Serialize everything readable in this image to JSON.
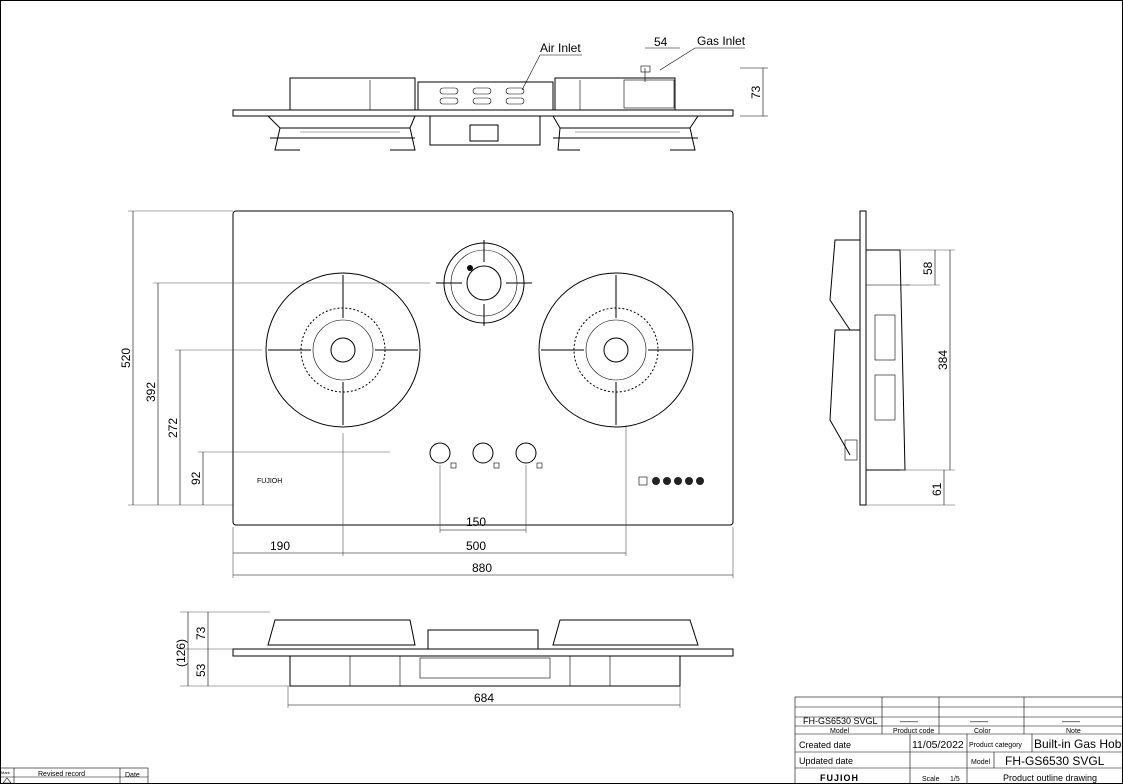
{
  "labels": {
    "air_inlet": "Air Inlet",
    "gas_inlet": "Gas Inlet"
  },
  "dimensions": {
    "top_view": {
      "gas_offset": "54",
      "height": "73"
    },
    "plan": {
      "depth": "520",
      "d392": "392",
      "d272": "272",
      "d92": "92",
      "knob_pitch": "150",
      "left_offset": "190",
      "burner_pitch": "500",
      "width": "880"
    },
    "side": {
      "d58": "58",
      "d384": "384",
      "d61": "61"
    },
    "front": {
      "total": "(126)",
      "above": "73",
      "below": "53",
      "cutout": "684"
    }
  },
  "brand": {
    "logo_text": "FUJIOH"
  },
  "title_block": {
    "model_value": "FH-GS6530 SVGL",
    "product_code_value": "——",
    "color_value": "——",
    "note_value": "——",
    "headers": {
      "model": "Model",
      "product_code": "Product code",
      "color": "Color",
      "note": "Note"
    },
    "created_date_label": "Created date",
    "created_date": "11/05/2022",
    "product_category_label": "Product category",
    "product_category": "Built-in Gas Hob",
    "updated_date_label": "Updated date",
    "model_label": "Model",
    "model": "FH-GS6530 SVGL",
    "logo": "FUJIOH",
    "scale_label": "Scale",
    "scale_value": "1/5",
    "drawing_type": "Product outline drawing"
  },
  "revision": {
    "mark_label": "Mark",
    "record_label": "Revised record",
    "date_label": "Date"
  }
}
